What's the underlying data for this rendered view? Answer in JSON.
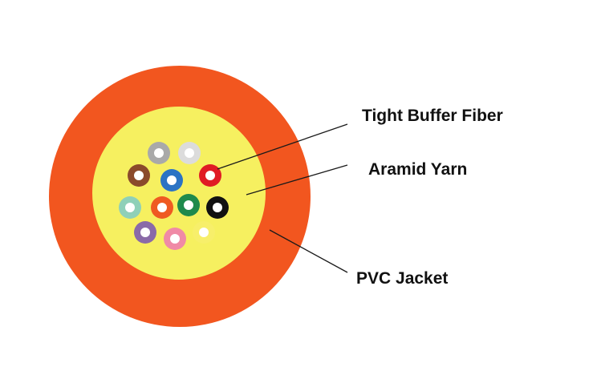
{
  "diagram": {
    "labels": {
      "tight_buffer_fiber": "Tight Buffer Fiber",
      "aramid_yarn": "Aramid Yarn",
      "pvc_jacket": "PVC Jacket"
    },
    "colors": {
      "background": "#ffffff",
      "pvc_jacket": "#f2561f",
      "aramid_yarn": "#f6f060",
      "fiber_core": "#ffffff",
      "leader_line": "#1a1a1a"
    },
    "fibers": [
      {
        "name": "gray-fiber",
        "color": "#a9a9a9"
      },
      {
        "name": "white-fiber",
        "color": "#dcdcdc"
      },
      {
        "name": "brown-fiber",
        "color": "#8b4a2b"
      },
      {
        "name": "blue-fiber",
        "color": "#2b73c4"
      },
      {
        "name": "red-fiber",
        "color": "#e01b24"
      },
      {
        "name": "aqua-fiber",
        "color": "#8fd0b8"
      },
      {
        "name": "orange-fiber",
        "color": "#ef5a22"
      },
      {
        "name": "green-fiber",
        "color": "#1f8a4c"
      },
      {
        "name": "black-fiber",
        "color": "#111111"
      },
      {
        "name": "violet-fiber",
        "color": "#8a6aa8"
      },
      {
        "name": "rose-fiber",
        "color": "#f08aa6"
      },
      {
        "name": "yellow-fiber",
        "color": "#f7ef6a"
      }
    ]
  }
}
